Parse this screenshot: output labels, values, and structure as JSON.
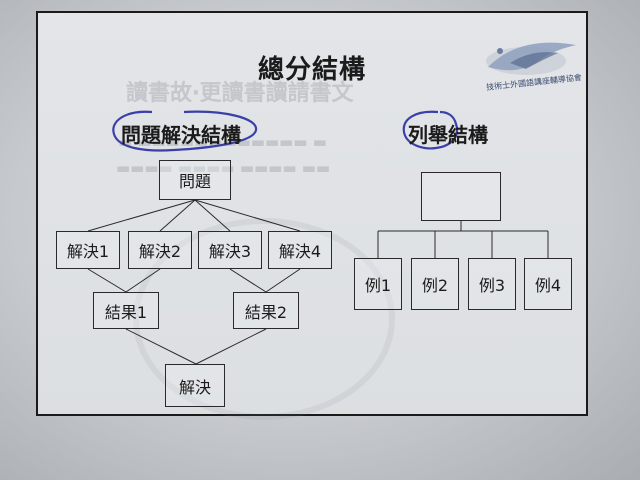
{
  "slide": {
    "title": "總分結構",
    "background_shadow_text": "讀書故‧更讀書讀請書文",
    "logo_text": "技術士外國語講座輔導協會"
  },
  "left_section": {
    "title": "問題解決結構",
    "root": "問題",
    "solutions": [
      "解決1",
      "解決2",
      "解決3",
      "解決4"
    ],
    "results": [
      "結果1",
      "結果2"
    ],
    "final": "解決"
  },
  "right_section": {
    "title": "列舉結構",
    "top_box": "",
    "items": [
      "例1",
      "例2",
      "例3",
      "例4"
    ]
  },
  "colors": {
    "slide_border": "#1a1a1a",
    "text": "#1b1b1b",
    "highlight_oval": "#3b3fa8",
    "logo_blue": "#3a4a70"
  }
}
